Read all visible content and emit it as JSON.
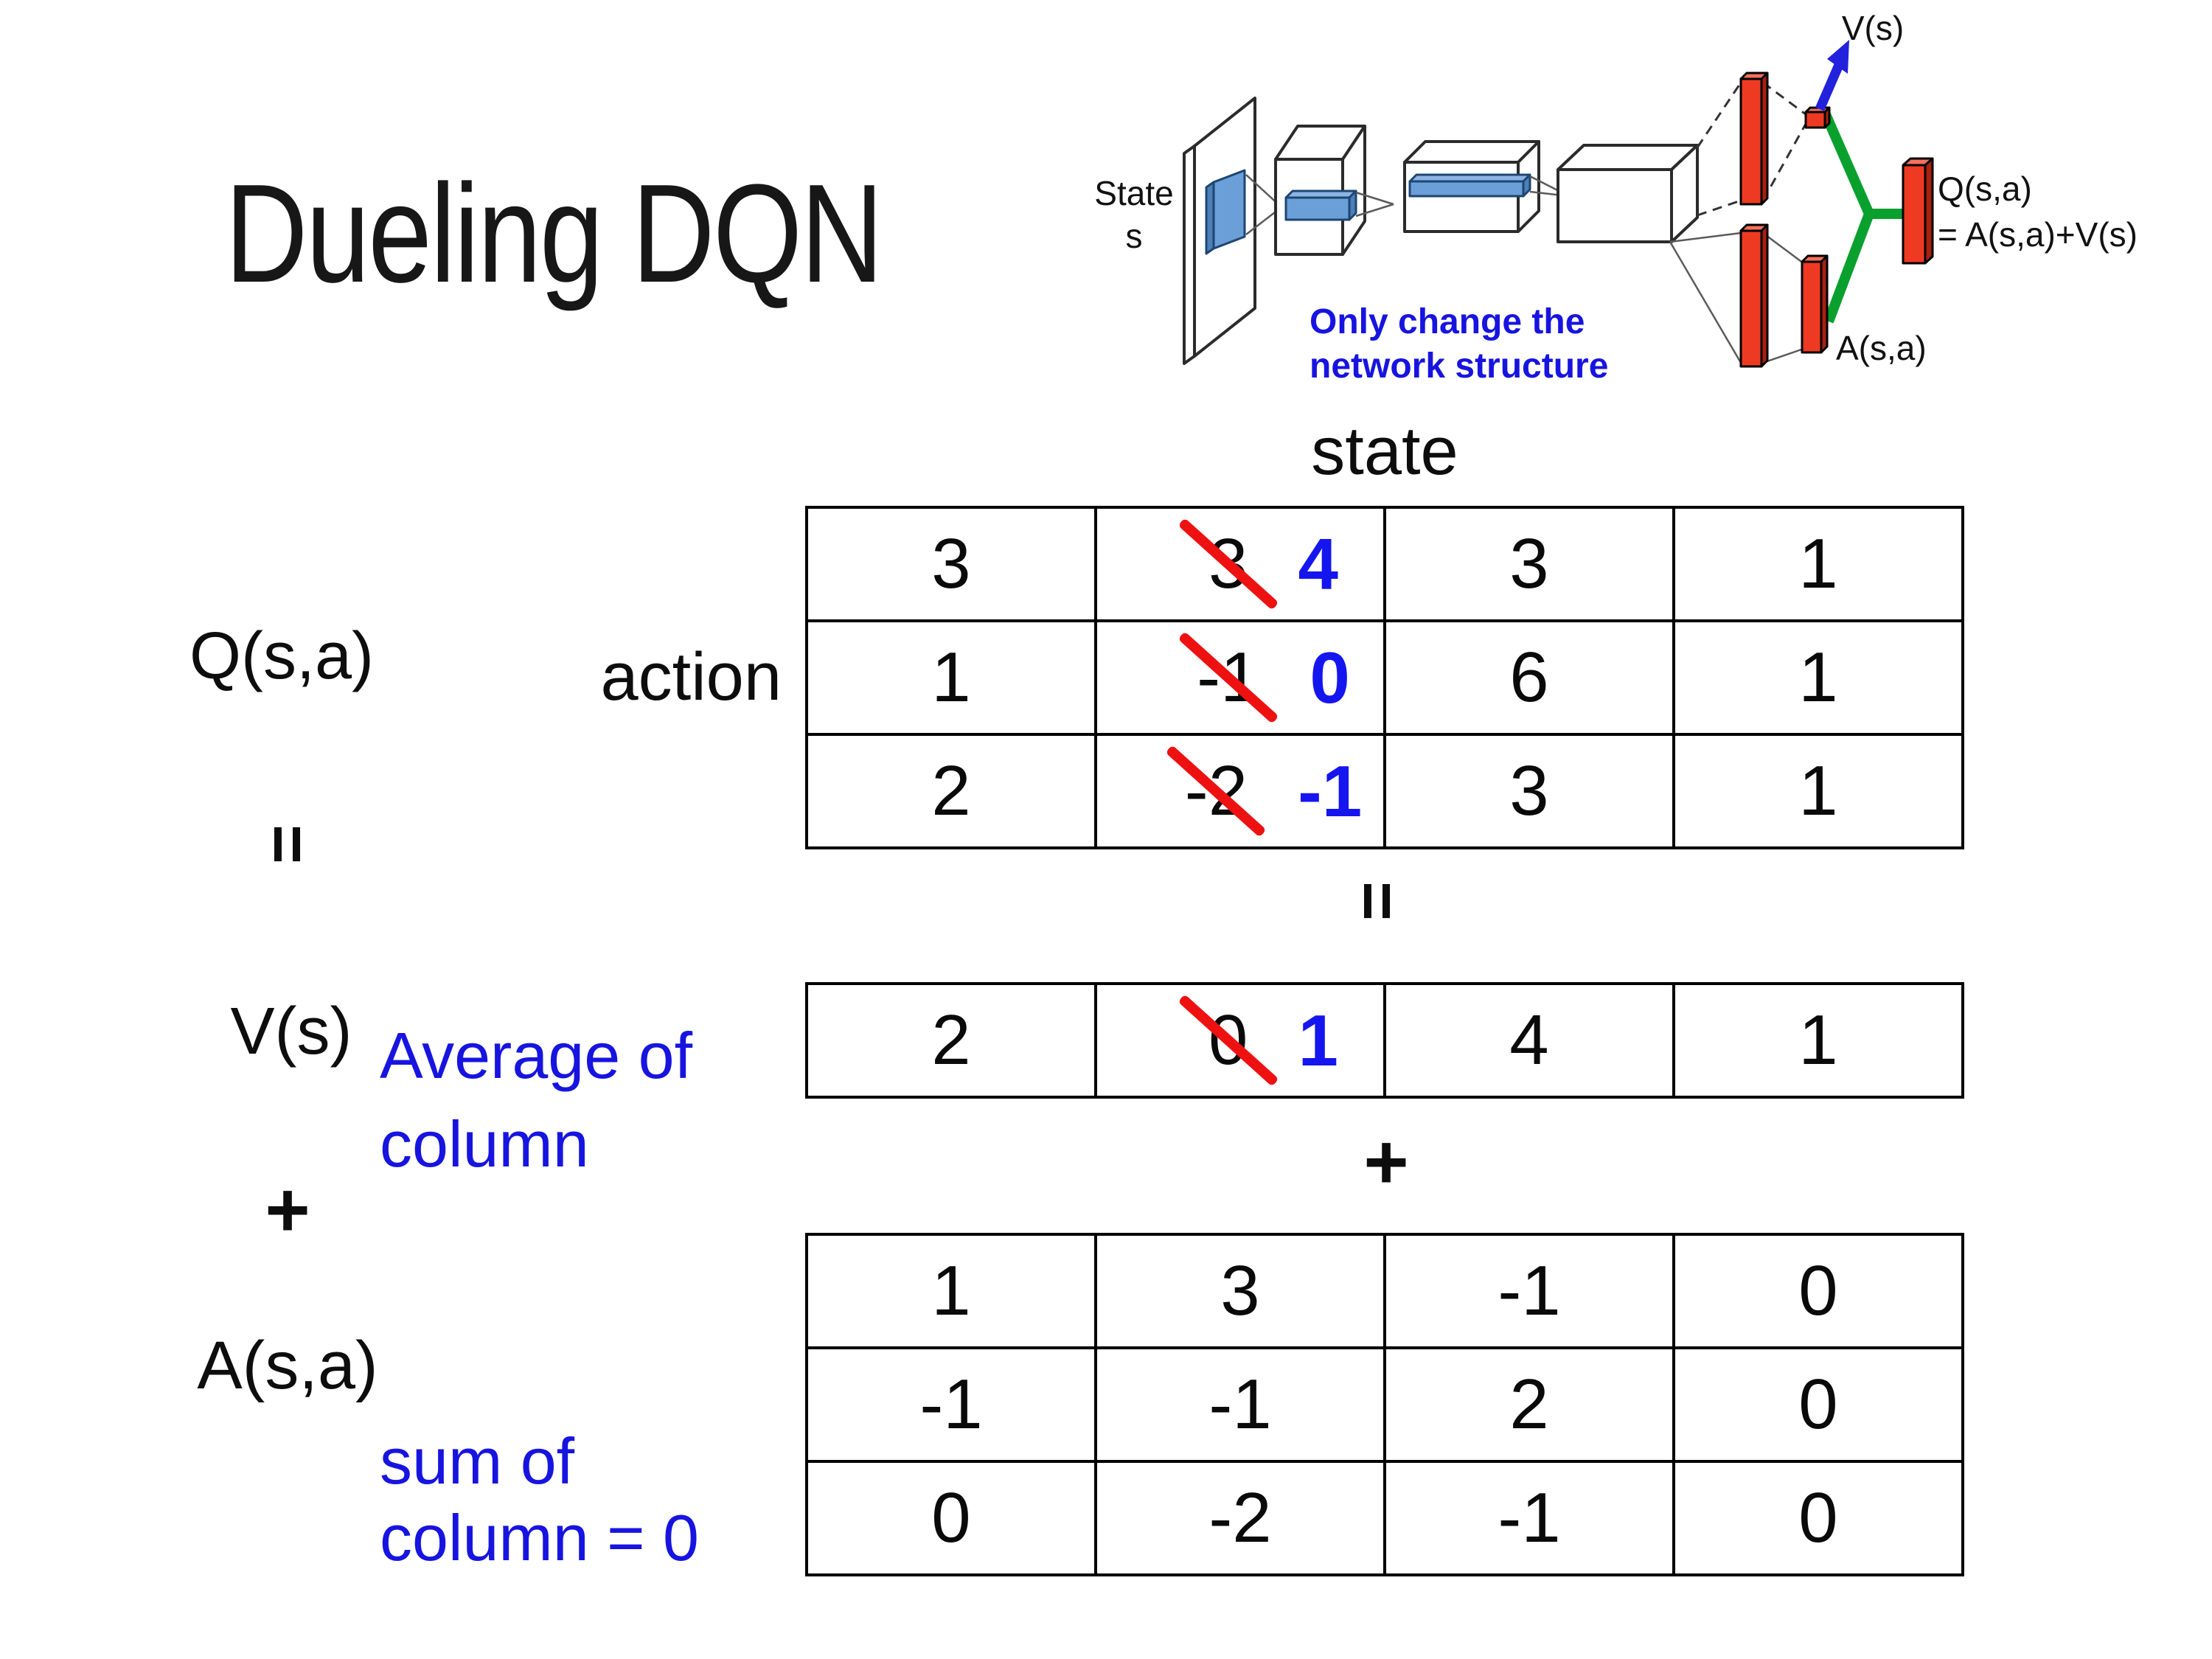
{
  "slide": {
    "title": "Dueling DQN"
  },
  "colors": {
    "highlight-blue": "#1515ef",
    "strike-red": "#ee1111",
    "note-blue": "#1714e0",
    "bar-red": "#ee3a22",
    "bar-red-light": "#f4705c",
    "bar-red-dark": "#a8200f",
    "green": "#0aa02e",
    "arrow-blue": "#2222dd",
    "slab-blue": "#6b9fd8",
    "slab-blue-light": "#8ab4e4",
    "slab-blue-dark": "#4d80b8"
  },
  "diagram": {
    "state_label_line1": "State",
    "state_label_line2": "s",
    "v_output_label": "V(s)",
    "q_output_label_line1": "Q(s,a)",
    "q_output_label_line2": "= A(s,a)+V(s)",
    "a_output_label": "A(s,a)",
    "note_line1": "Only change the",
    "note_line2": "network structure"
  },
  "equation": {
    "q_label": "Q(s,a)",
    "equals_left": "=",
    "v_label": "V(s)",
    "plus_left": "+",
    "a_label": "A(s,a)",
    "equals_mid": "=",
    "plus_mid": "+",
    "state_header": "state",
    "action_header": "action",
    "avg_note_line1": "Average of",
    "avg_note_line2": "column",
    "sum_note_line1": "sum of",
    "sum_note_line2": "column = 0"
  },
  "q_table": {
    "rows": [
      [
        "3",
        {
          "old": "3",
          "new": "4"
        },
        "3",
        "1"
      ],
      [
        "1",
        {
          "old": "-1",
          "new": "0"
        },
        "6",
        "1"
      ],
      [
        "2",
        {
          "old": "-2",
          "new": "-1"
        },
        "3",
        "1"
      ]
    ]
  },
  "v_table": {
    "rows": [
      [
        "2",
        {
          "old": "0",
          "new": "1"
        },
        "4",
        "1"
      ]
    ]
  },
  "a_table": {
    "rows": [
      [
        "1",
        "3",
        "-1",
        "0"
      ],
      [
        "-1",
        "-1",
        "2",
        "0"
      ],
      [
        "0",
        "-2",
        "-1",
        "0"
      ]
    ]
  }
}
